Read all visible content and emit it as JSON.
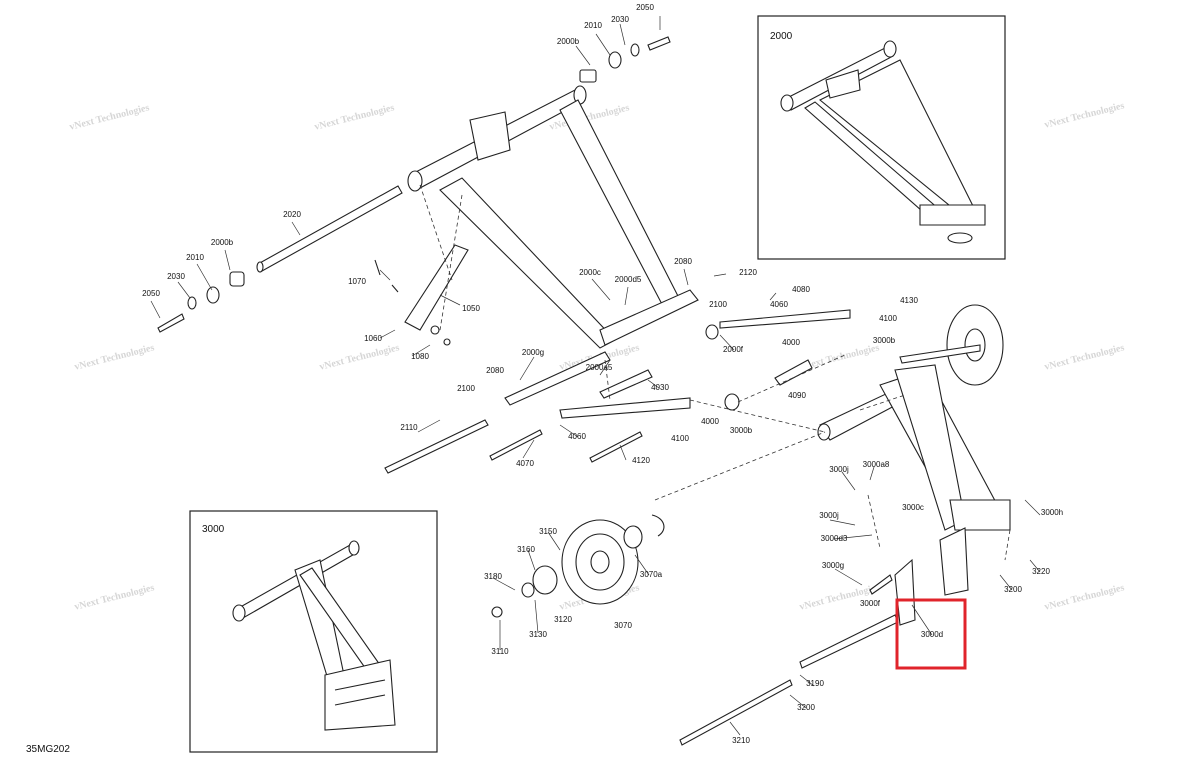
{
  "figure_code": "35MG202",
  "watermark": "vNext Technologies",
  "highlight_color": "#e0242b",
  "insets": [
    {
      "title": "2000"
    },
    {
      "title": "3000"
    }
  ],
  "labels": [
    "2050",
    "2030",
    "2010",
    "2000b",
    "2020",
    "2000b",
    "2010",
    "2030",
    "2050",
    "1070",
    "1050",
    "1060",
    "1080",
    "2000c",
    "2000d5",
    "2080",
    "2120",
    "2100",
    "4080",
    "4060",
    "4130",
    "4100",
    "4000",
    "3000b",
    "2000f",
    "2000g",
    "2000a5",
    "4030",
    "2080",
    "2100",
    "4090",
    "2110",
    "4060",
    "4000",
    "4100",
    "3000b",
    "4070",
    "4120",
    "3000j",
    "3000a8",
    "3000c",
    "3000h",
    "3000j",
    "3000d3",
    "3000g",
    "3220",
    "3200",
    "3000f",
    "3000d",
    "3190",
    "3200",
    "3210",
    "3150",
    "3160",
    "3180",
    "3120",
    "3130",
    "3110",
    "3070a",
    "3070"
  ]
}
